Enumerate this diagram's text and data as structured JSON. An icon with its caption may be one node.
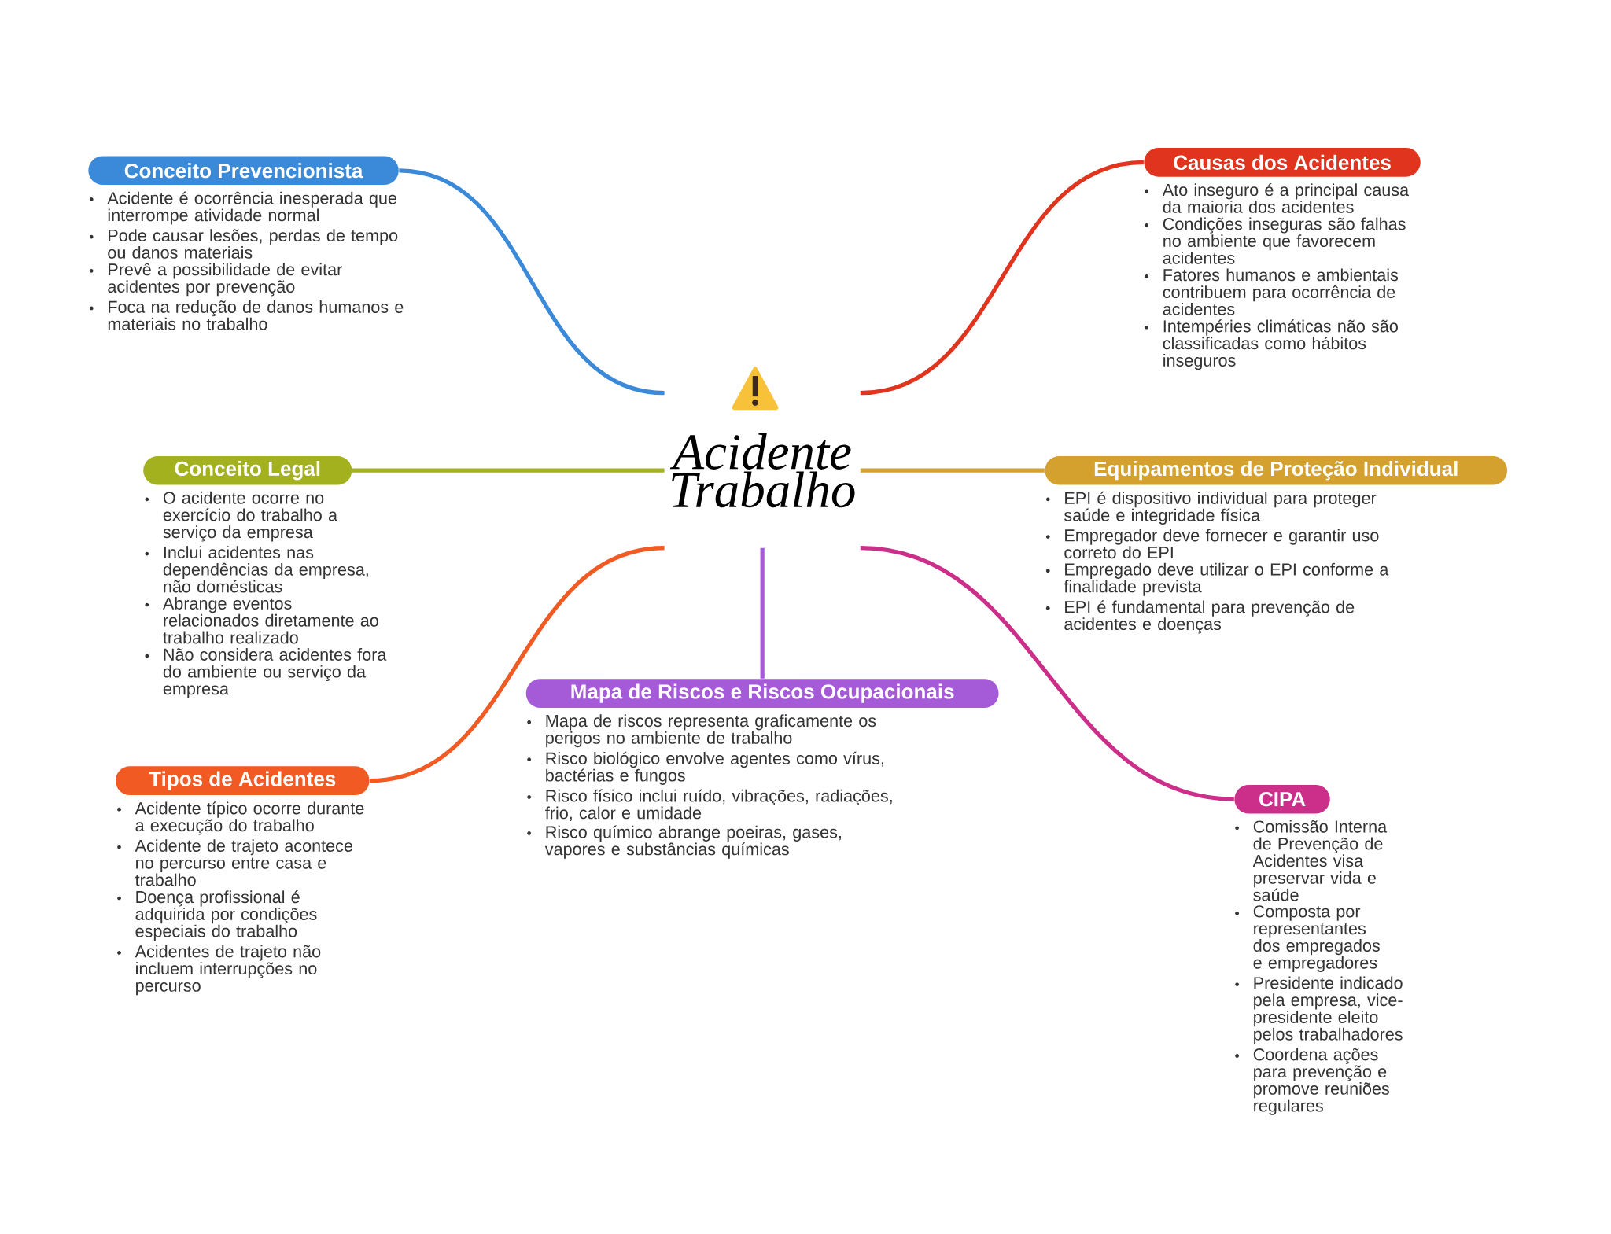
{
  "diagram": {
    "nodes": [
      {
        "text": [
          "Conceito Prevencionista",
          "Acidente é ocorrência inesperada que interrompe atividade normal",
          "Pode causar lesões, perdas de tempo ou danos materiais",
          "Prevê a possibilidade de evitar acidentes por prevenção",
          "Foca na redução de danos humanos e materiais no trabalho"
        ]
      },
      {
        "text": [
          "Causas dos Acidentes",
          "Ato inseguro é a principal causa da maioria dos acidentes",
          "Condições inseguras são falhas no ambiente que favorecem acidentes",
          "Fatores humanos e ambientais contribuem para ocorrência de acidentes",
          "Intempéries climáticas não são classificadas como hábitos inseguros"
        ]
      },
      {
        "text": [
          "Acidente Trabalho"
        ]
      },
      {
        "text": [
          "Conceito Legal",
          "O acidente ocorre no exercício do trabalho a serviço da empresa",
          "Inclui acidentes nas dependências da empresa, não domésticas",
          "Abrange eventos relacionados diretamente ao trabalho realizado",
          "Não considera acidentes fora do ambiente ou serviço da empresa"
        ]
      },
      {
        "text": [
          "Equipamentos de Proteção Individual",
          "EPI é dispositivo individual para proteger saúde e integridade física",
          "Empregador deve fornecer e garantir uso correto do EPI",
          "Empregado deve utilizar o EPI conforme a finalidade prevista",
          "EPI é fundamental para prevenção de acidentes e doenças"
        ]
      },
      {
        "text": [
          "Mapa de Riscos e Riscos Ocupacionais",
          "Mapa de riscos representa graficamente os perigos no ambiente de trabalho",
          "Risco biológico envolve agentes como vírus, bactérias e fungos",
          "Risco físico inclui ruído, vibrações, radiações, frio, calor e umidade",
          "Risco químico abrange poeiras, gases, vapores e substâncias químicas"
        ]
      },
      {
        "text": [
          "Tipos de Acidentes",
          "Acidente típico ocorre durante a execução do trabalho",
          "Acidente de trajeto acontece no percurso entre casa e trabalho",
          "Doença profissional é adquirida por condições especiais do trabalho",
          "Acidentes de trajeto não incluem interrupções no percurso"
        ]
      },
      {
        "text": [
          "CIPA",
          "Comissão Interna de Prevenção de Acidentes visa preservar vida e saúde",
          "Composta por representantes dos empregados e empregadores",
          "Presidente indicado pela empresa, vice-presidente eleito pelos trabalhadores",
          "Coordena ações para prevenção e promove reuniões regulares"
        ]
      }
    ],
    "edges": [
      {
        "from": 2,
        "to": 0,
        "arrow": "none",
        "color": "#3b8ad9"
      },
      {
        "from": 2,
        "to": 1,
        "arrow": "none",
        "color": "#e1341e"
      },
      {
        "from": 2,
        "to": 3,
        "arrow": "none",
        "color": "#a3b11f"
      },
      {
        "from": 2,
        "to": 4,
        "arrow": "none",
        "color": "#d4a12e"
      },
      {
        "from": 2,
        "to": 5,
        "arrow": "none",
        "color": "#a55ad8"
      },
      {
        "from": 2,
        "to": 6,
        "arrow": "none",
        "color": "#f15a22"
      },
      {
        "from": 2,
        "to": 7,
        "arrow": "none",
        "color": "#cb2f8a"
      }
    ]
  }
}
